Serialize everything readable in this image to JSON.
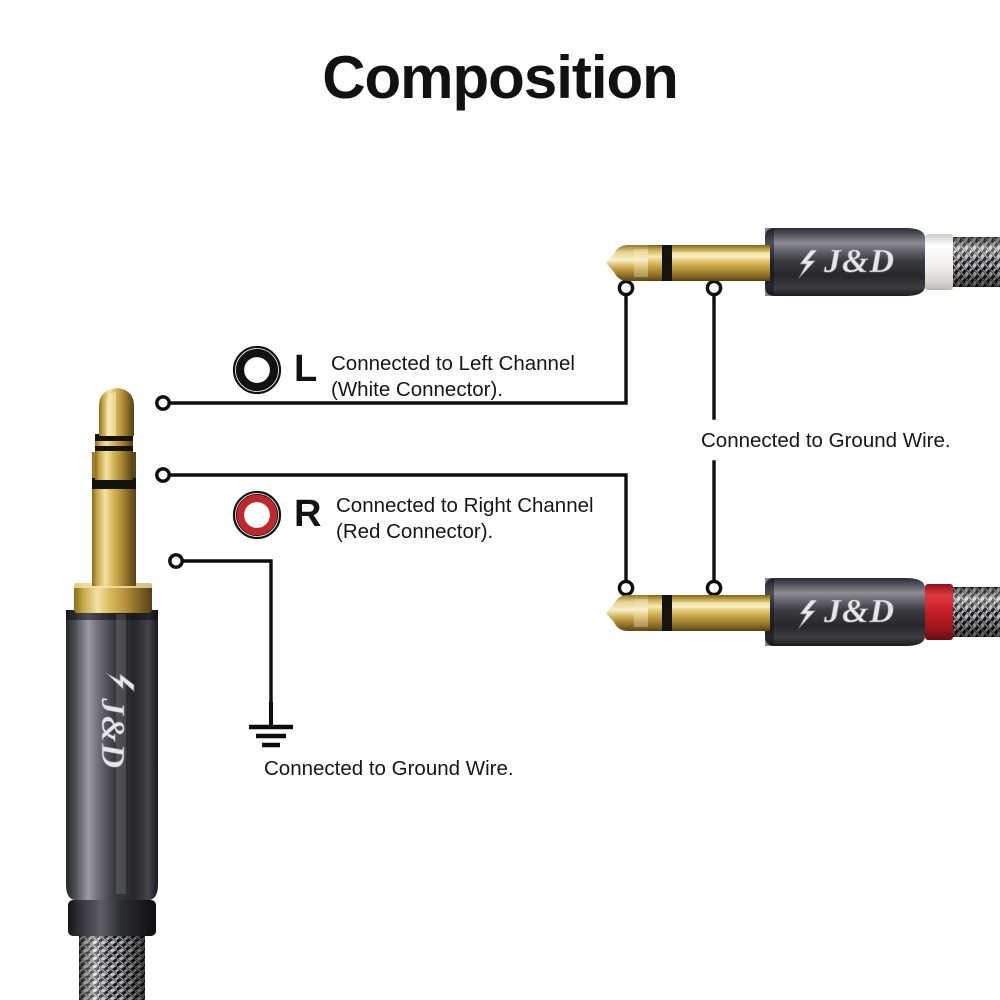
{
  "page": {
    "title": "Composition",
    "background_color": "#ffffff"
  },
  "legend": {
    "left_channel": {
      "letter": "L",
      "icon": "white-rca-connector-icon",
      "line1": "Connected to Left Channel",
      "line2": "(White Connector).",
      "ring_color": "#000000"
    },
    "right_channel": {
      "letter": "R",
      "icon": "red-rca-connector-icon",
      "line1": "Connected to Right Channel",
      "line2": "(Red Connector).",
      "ring_color": "#C0282D"
    },
    "ground_left": {
      "icon": "ground-symbol-icon",
      "label": "Connected to Ground Wire."
    },
    "ground_right": {
      "icon": "ground-wire-label",
      "label": "Connected to Ground Wire."
    }
  },
  "connectors": {
    "trs_plug": {
      "name": "3.5mm TRS male plug",
      "brand": "J&D",
      "brand_glyph": "lightning-bolt",
      "metal_color": "#C9A93F",
      "barrel_color": "#3b3b40",
      "cable": "braided"
    },
    "ts_plug_top": {
      "name": "6.35mm TS male plug (left channel)",
      "brand": "J&D",
      "brand_glyph": "lightning-bolt",
      "ring_color": "#f2f0ee",
      "ring_label": "white",
      "metal_color": "#C9A93F",
      "barrel_color": "#3b3b40"
    },
    "ts_plug_bottom": {
      "name": "6.35mm TS male plug (right channel)",
      "brand": "J&D",
      "brand_glyph": "lightning-bolt",
      "ring_color": "#C0222A",
      "ring_label": "red",
      "metal_color": "#C9A93F",
      "barrel_color": "#3b3b40"
    }
  },
  "callout_lines": {
    "stroke_color": "#0d0d0d",
    "node_color": "#ffffff",
    "node_stroke": "#0d0d0d"
  }
}
